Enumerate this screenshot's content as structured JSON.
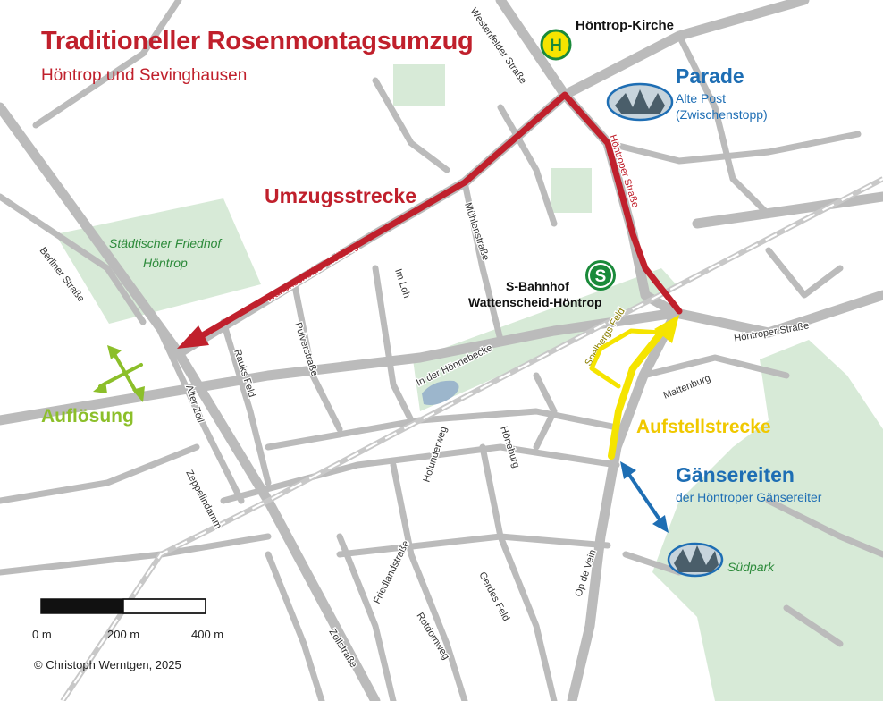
{
  "title": "Traditioneller Rosenmontagsumzug",
  "subtitle": "Höntrop und Sevinghausen",
  "colors": {
    "route_red": "#c0202c",
    "staging_yellow": "#f5e400",
    "dissolve_green": "#8cbf2a",
    "geese_blue": "#1e6eb4",
    "park_green": "#d7ead7",
    "road_gray": "#bbbbbb"
  },
  "labels": {
    "umzugsstrecke": "Umzugsstrecke",
    "aufloesung": "Auflösung",
    "aufstellstrecke": "Aufstellstrecke",
    "gaensereiten_title": "Gänsereiten",
    "gaensereiten_sub": "der Höntroper Gänsereiter",
    "parade_title": "Parade",
    "parade_line1": "Alte Post",
    "parade_line2": "(Zwischenstopp)",
    "bus_stop": "Höntrop-Kirche",
    "sbahn_line1": "S-Bahnhof",
    "sbahn_line2": "Wattenscheid-Höntrop",
    "sbahn_symbol": "S",
    "bus_symbol": "H",
    "cemetery_line1": "Städtischer Friedhof",
    "cemetery_line2": "Höntrop",
    "suedpark": "Südpark"
  },
  "streets": {
    "westenfelder": "Westenfelder Straße",
    "hoentroper_n": "Höntroper Straße",
    "hoentroper_e": "Höntroper Straße",
    "wattenscheider": "Wattenscheider Hellweg",
    "muehlen": "Mühlenstraße",
    "imloh": "Im Loh",
    "pulver": "Pulverstraße",
    "rauks": "Rauks Feld",
    "alterzoll": "Alter Zoll",
    "berliner": "Berliner Straße",
    "hoennebecke": "In der Hönnebecke",
    "spelbergs": "Spelbergs Feld",
    "mattenburg": "Mattenburg",
    "holunder": "Holunderweg",
    "hoeneburg": "Höneburg",
    "opdeveih": "Op de Veih",
    "zeppelin": "Zeppelindamm",
    "friedland": "Friedlandstraße",
    "gerdes": "Gerdes Feld",
    "rotdorn": "Rotdornweg",
    "zoll": "Zollstraße"
  },
  "scale": {
    "labels": [
      "0 m",
      "200 m",
      "400 m"
    ]
  },
  "copyright": "© Christoph Werntgen, 2025"
}
